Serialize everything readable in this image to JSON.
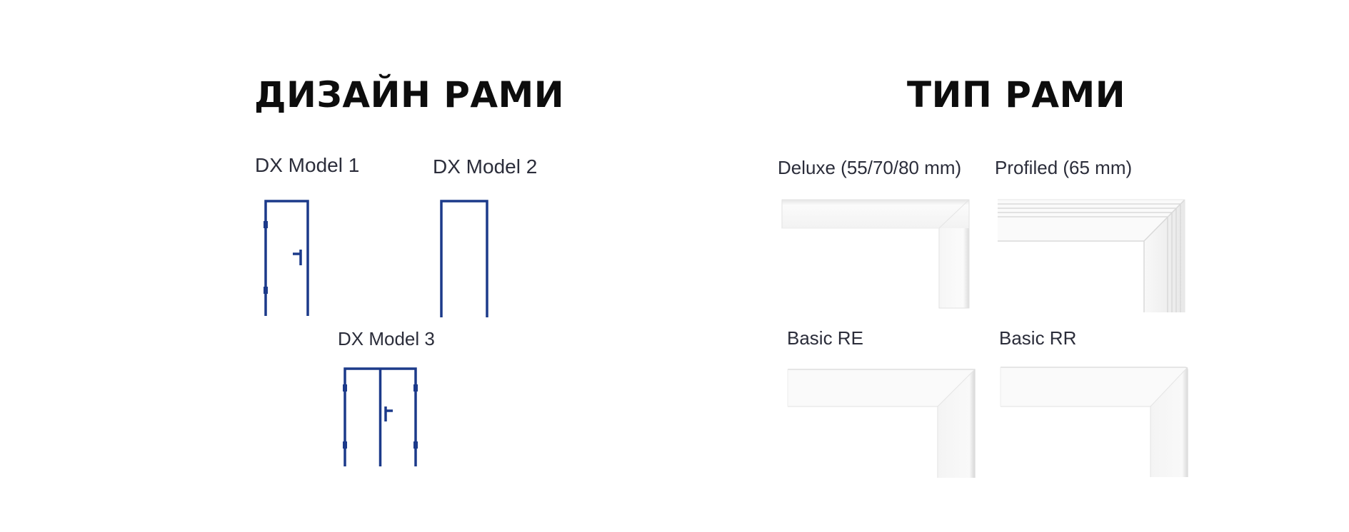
{
  "left_section": {
    "heading": "ДИЗАЙН РАМИ",
    "models": [
      {
        "label": "DX Model 1",
        "icon": "single-door-with-handle-icon"
      },
      {
        "label": "DX Model 2",
        "icon": "empty-frame-icon"
      },
      {
        "label": "DX Model 3",
        "icon": "double-door-icon"
      }
    ]
  },
  "right_section": {
    "heading": "ТИП РАМИ",
    "types": [
      {
        "label": "Deluxe (55/70/80 mm)",
        "icon": "deluxe-frame-corner-icon"
      },
      {
        "label": "Profiled (65 mm)",
        "icon": "profiled-frame-corner-icon"
      },
      {
        "label": "Basic RE",
        "icon": "basic-re-frame-corner-icon"
      },
      {
        "label": "Basic RR",
        "icon": "basic-rr-frame-corner-icon"
      }
    ]
  },
  "colors": {
    "line_drawing": "#1c3a8a",
    "frame_fill": "#fbfbfb",
    "frame_shadow": "#d8d8d8"
  }
}
